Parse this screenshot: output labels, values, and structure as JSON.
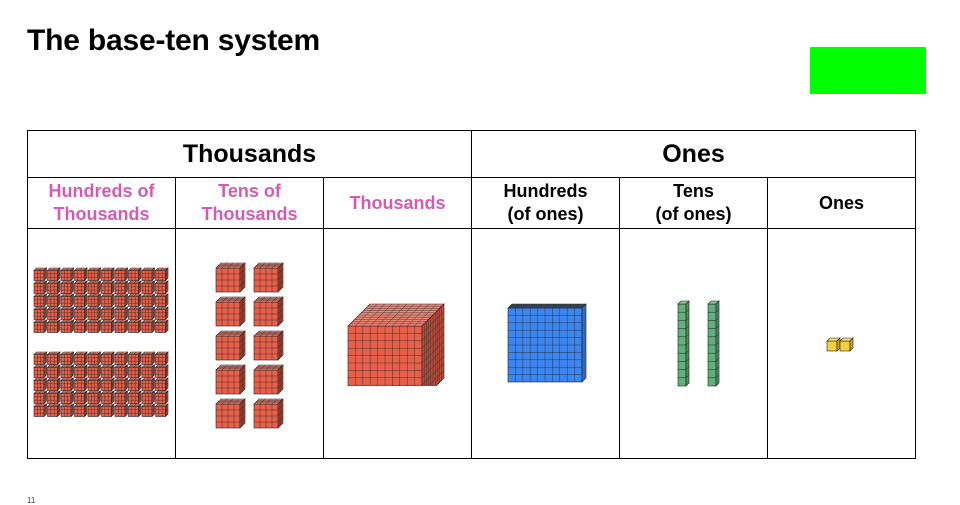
{
  "slide": {
    "title": "The base-ten system",
    "page_number": "11",
    "accent_box_color": "#00ff00"
  },
  "table": {
    "groups": [
      {
        "label": "Thousands",
        "span": 3
      },
      {
        "label": "Ones",
        "span": 3
      }
    ],
    "columns": [
      {
        "line1": "Hundreds of",
        "line2": "Thousands",
        "color": "#d25bb4"
      },
      {
        "line1": "Tens of",
        "line2": "Thousands",
        "color": "#d25bb4"
      },
      {
        "line1": "Thousands",
        "line2": "",
        "color": "#d25bb4"
      },
      {
        "line1": "Hundreds",
        "line2": "(of ones)",
        "color": "#000000"
      },
      {
        "line1": "Tens",
        "line2": "(of ones)",
        "color": "#000000"
      },
      {
        "line1": "Ones",
        "line2": "",
        "color": "#000000"
      }
    ]
  },
  "blocks": {
    "hundred_thousands": {
      "count": 100,
      "color": "#e8604a",
      "icon": "thousand-cube-icon"
    },
    "ten_thousands": {
      "count": 10,
      "color": "#e8604a",
      "icon": "thousand-cube-icon"
    },
    "thousands": {
      "count": 1,
      "color": "#e8604a",
      "icon": "thousand-cube-icon"
    },
    "hundreds": {
      "count": 1,
      "color": "#3d86f0",
      "icon": "hundred-flat-icon"
    },
    "tens": {
      "count": 2,
      "color": "#5fb07a",
      "icon": "ten-rod-icon"
    },
    "ones": {
      "count": 2,
      "color": "#f4d03f",
      "icon": "unit-cube-icon"
    }
  }
}
